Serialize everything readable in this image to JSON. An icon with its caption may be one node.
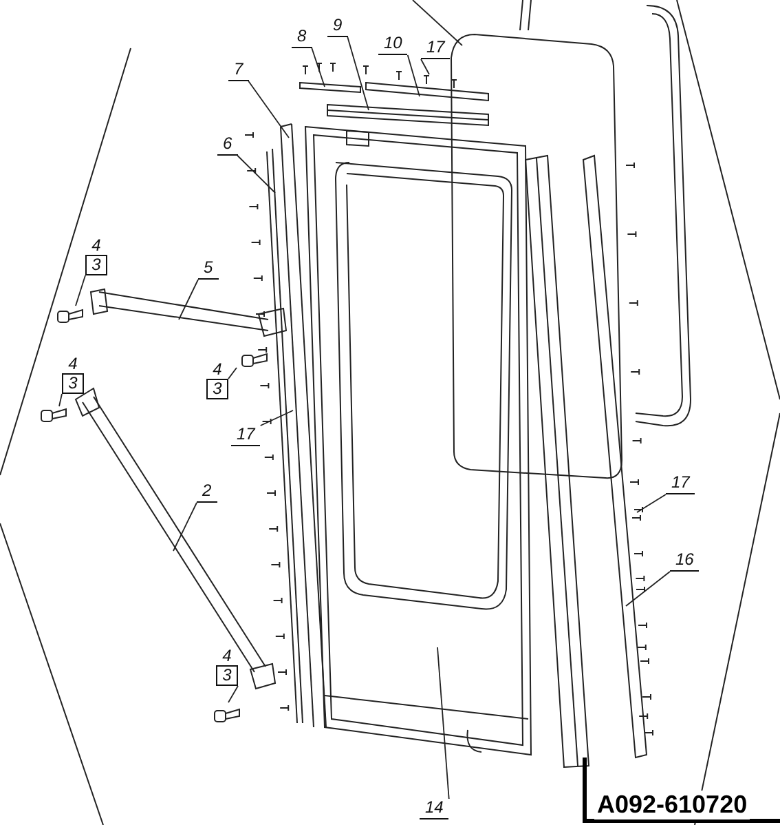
{
  "diagram": {
    "nodes": [
      {
        "text": [
          "9"
        ]
      },
      {
        "text": [
          "8"
        ]
      },
      {
        "text": [
          "10"
        ]
      },
      {
        "text": [
          "17"
        ]
      },
      {
        "text": [
          "7"
        ]
      },
      {
        "text": [
          "6"
        ]
      },
      {
        "text": [
          "4",
          "3"
        ]
      },
      {
        "text": [
          "5"
        ]
      },
      {
        "text": [
          "4",
          "3"
        ]
      },
      {
        "text": [
          "4",
          "3"
        ]
      },
      {
        "text": [
          "17"
        ]
      },
      {
        "text": [
          "17"
        ]
      },
      {
        "text": [
          "2"
        ]
      },
      {
        "text": [
          "16"
        ]
      },
      {
        "text": [
          "4",
          "3"
        ]
      },
      {
        "text": [
          "14"
        ]
      },
      {
        "text": [],
        "shape": "picture"
      }
    ],
    "edges": [
      {
        "from": 0,
        "to": null,
        "arrow": "none"
      },
      {
        "from": 1,
        "to": null,
        "arrow": "none"
      },
      {
        "from": 2,
        "to": null,
        "arrow": "none"
      },
      {
        "from": 3,
        "to": null,
        "arrow": "none"
      },
      {
        "from": 4,
        "to": null,
        "arrow": "none"
      },
      {
        "from": 5,
        "to": null,
        "arrow": "none"
      },
      {
        "from": 6,
        "to": null,
        "arrow": "none"
      },
      {
        "from": 7,
        "to": null,
        "arrow": "none"
      },
      {
        "from": 8,
        "to": null,
        "arrow": "none"
      },
      {
        "from": 9,
        "to": null,
        "arrow": "none"
      },
      {
        "from": 10,
        "to": null,
        "arrow": "none"
      },
      {
        "from": 11,
        "to": null,
        "arrow": "none"
      },
      {
        "from": 12,
        "to": null,
        "arrow": "none"
      },
      {
        "from": 13,
        "to": null,
        "arrow": "none"
      },
      {
        "from": 14,
        "to": null,
        "arrow": "none"
      },
      {
        "from": 15,
        "to": null,
        "arrow": "none"
      },
      {
        "from": null,
        "to": 16,
        "arrow": "none"
      }
    ],
    "labels": [
      "A092-610720"
    ]
  }
}
